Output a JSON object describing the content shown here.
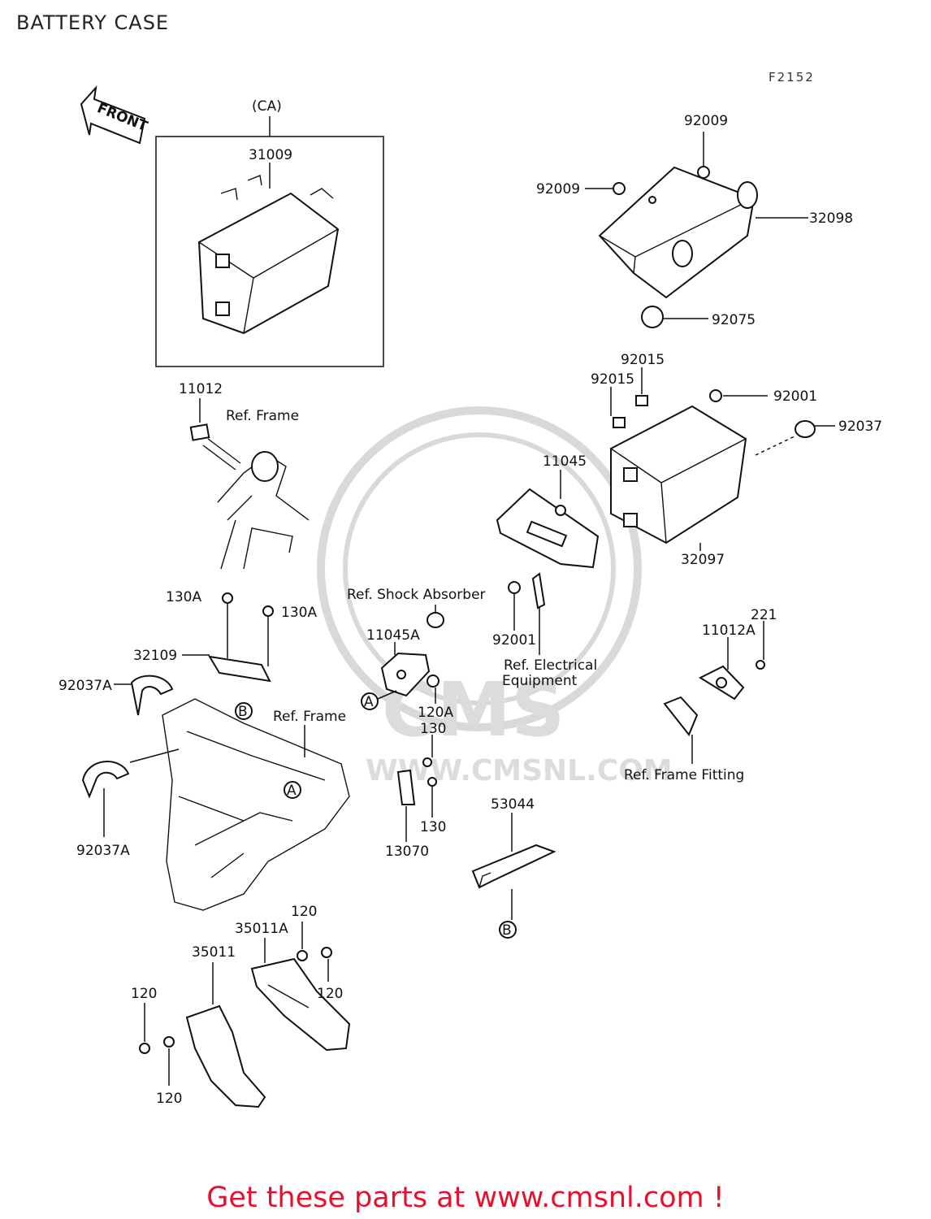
{
  "header": {
    "title": "BATTERY CASE",
    "figure_code": "F2152"
  },
  "front_arrow": {
    "label": "FRONT"
  },
  "callouts": {
    "ca": "(CA)",
    "p31009": "31009",
    "p92009_top": "92009",
    "p92009_left": "92009",
    "p32098": "32098",
    "p92075": "92075",
    "p92015_a": "92015",
    "p92015_b": "92015",
    "p92001_a": "92001",
    "p92037": "92037",
    "p11045": "11045",
    "p32097": "32097",
    "p11012": "11012",
    "ref_frame_1": "Ref. Frame",
    "ref_shock": "Ref. Shock Absorber",
    "p130a_1": "130A",
    "p130a_2": "130A",
    "p32109": "32109",
    "p92037a_1": "92037A",
    "p11045a": "11045A",
    "p92001_b": "92001",
    "ref_electrical_1": "Ref. Electrical",
    "ref_electrical_2": "Equipment",
    "p221": "221",
    "p11012a": "11012A",
    "ref_frame_2": "Ref. Frame",
    "p120a": "120A",
    "p130_1": "130",
    "p130_2": "130",
    "p13070": "13070",
    "ref_frame_fitting": "Ref. Frame Fitting",
    "p53044": "53044",
    "p92037a_2": "92037A",
    "p120_1": "120",
    "p35011a": "35011A",
    "p35011": "35011",
    "p120_2": "120",
    "p120_3": "120",
    "p120_4": "120",
    "marker_a1": "A",
    "marker_a2": "A",
    "marker_b1": "B",
    "marker_b2": "B"
  },
  "watermark": {
    "brand": "CMS",
    "url": "WWW.CMSNL.COM"
  },
  "footer": {
    "text": "Get these parts at www.cmsnl.com !",
    "color": "#e8112d"
  }
}
